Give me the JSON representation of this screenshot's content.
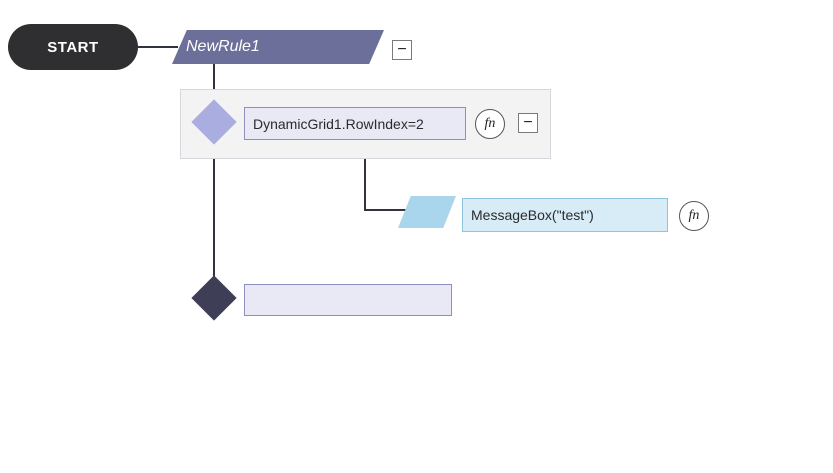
{
  "start": {
    "label": "START"
  },
  "rule": {
    "name": "NewRule1",
    "collapse_label": "−"
  },
  "condition": {
    "expression": "DynamicGrid1.RowIndex=2",
    "fn_label": "fn",
    "collapse_label": "−",
    "diamond_color": "#a9addf"
  },
  "action": {
    "expression": "MessageBox(\"test\")",
    "fn_label": "fn",
    "shape_color": "#a9d6ec"
  },
  "else_condition": {
    "expression": "",
    "diamond_color": "#3e3f56"
  }
}
